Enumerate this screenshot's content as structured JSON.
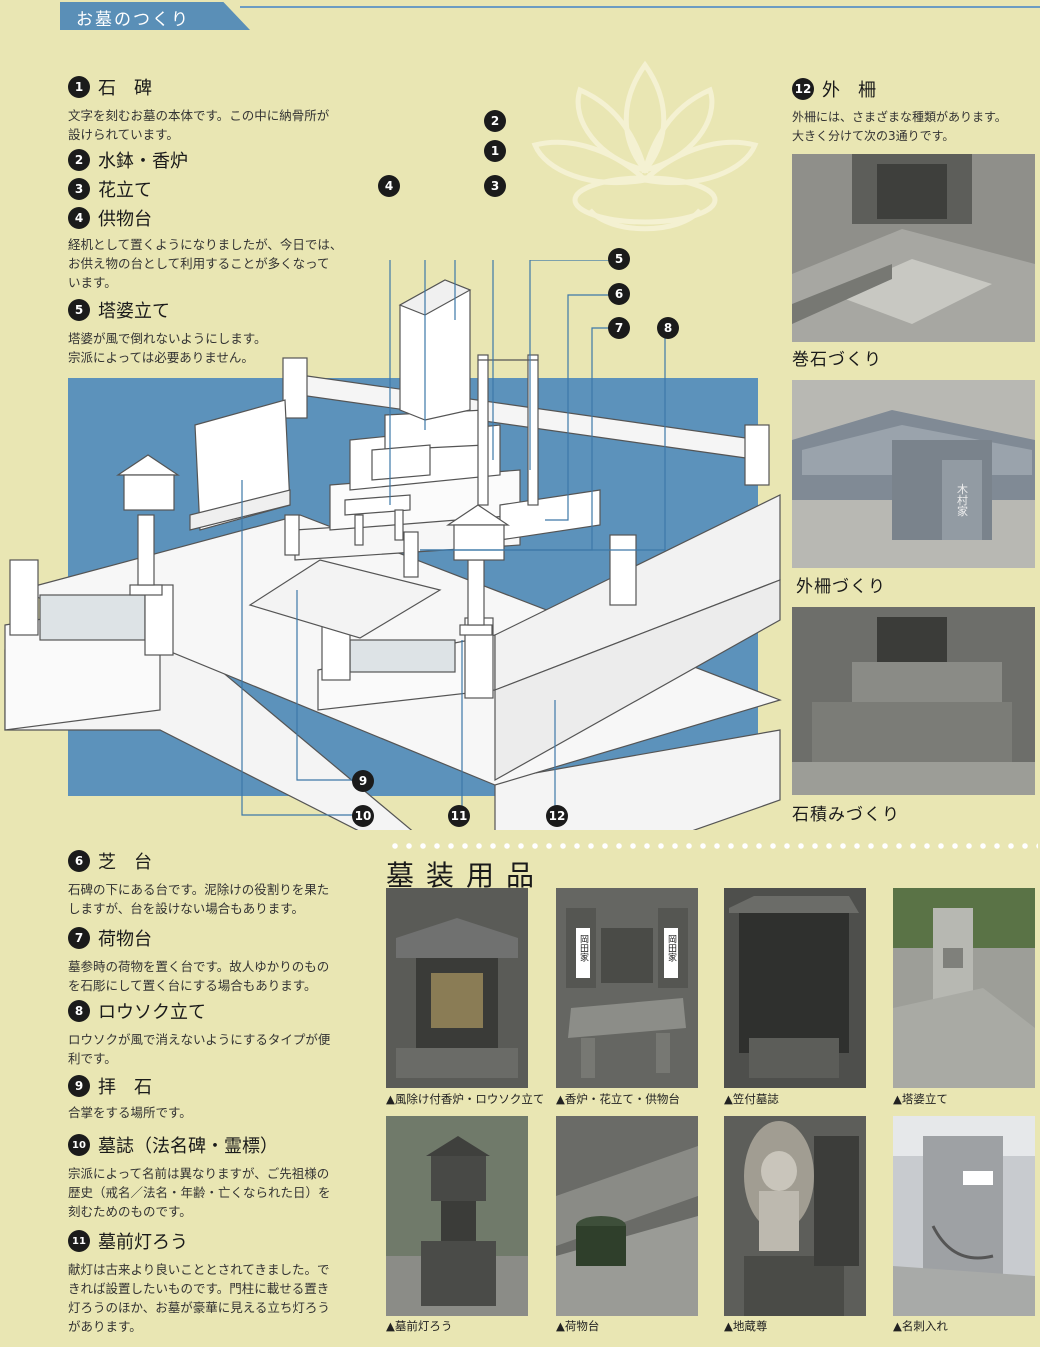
{
  "header": {
    "title": "お墓のつくり"
  },
  "items": [
    {
      "num": "1",
      "title": "石　碑",
      "desc": [
        "文字を刻むお墓の本体です。この中に納骨所が",
        "設けられています。"
      ]
    },
    {
      "num": "2",
      "title": "水鉢・香炉",
      "desc": []
    },
    {
      "num": "3",
      "title": "花立て",
      "desc": []
    },
    {
      "num": "4",
      "title": "供物台",
      "desc": [
        "経机として置くようになりましたが、今日では、",
        "お供え物の台として利用することが多くなって",
        "います。"
      ]
    },
    {
      "num": "5",
      "title": "塔婆立て",
      "desc": [
        "塔婆が風で倒れないようにします。",
        "宗派によっては必要ありません。"
      ]
    },
    {
      "num": "6",
      "title": "芝　台",
      "desc": [
        "石碑の下にある台です。泥除けの役割りを果た",
        "しますが、台を設けない場合もあります。"
      ]
    },
    {
      "num": "7",
      "title": "荷物台",
      "desc": [
        "墓参時の荷物を置く台です。故人ゆかりのもの",
        "を石彫にして置く台にする場合もあります。"
      ]
    },
    {
      "num": "8",
      "title": "ロウソク立て",
      "desc": [
        "ロウソクが風で消えないようにするタイプが便",
        "利です。"
      ]
    },
    {
      "num": "9",
      "title": "拝　石",
      "desc": [
        "合掌をする場所です。"
      ]
    },
    {
      "num": "10",
      "title": "墓誌（法名碑・霊標）",
      "desc": [
        "宗派によって名前は異なりますが、ご先祖様の",
        "歴史（戒名／法名・年齢・亡くなられた日）を",
        "刻むためのものです。"
      ]
    },
    {
      "num": "11",
      "title": "墓前灯ろう",
      "desc": [
        "献灯は古来より良いこととされてきました。で",
        "きれば設置したいものです。門柱に載せる置き",
        "灯ろうのほか、お墓が豪華に見える立ち灯ろう",
        "があります。"
      ]
    },
    {
      "num": "12",
      "title": "外　柵",
      "desc": [
        "外柵には、さまざまな種類があります。",
        "大きく分けて次の3通りです。"
      ]
    }
  ],
  "fence_types": [
    "巻石づくり",
    "外柵づくり",
    "石積みづくり"
  ],
  "goods": {
    "title": "墓装用品",
    "items": [
      "▲風除け付香炉・ロウソク立て",
      "▲香炉・花立て・供物台",
      "▲笠付墓誌",
      "▲塔婆立て",
      "▲墓前灯ろう",
      "▲荷物台",
      "▲地蔵尊",
      "▲名刺入れ"
    ]
  },
  "photo_text": {
    "family_name": "木村家",
    "family_name2": "岡田家"
  },
  "colors": {
    "background": "#e9e6b3",
    "accent": "#5a8fb7",
    "diagram_bg": "#5c92bb"
  }
}
